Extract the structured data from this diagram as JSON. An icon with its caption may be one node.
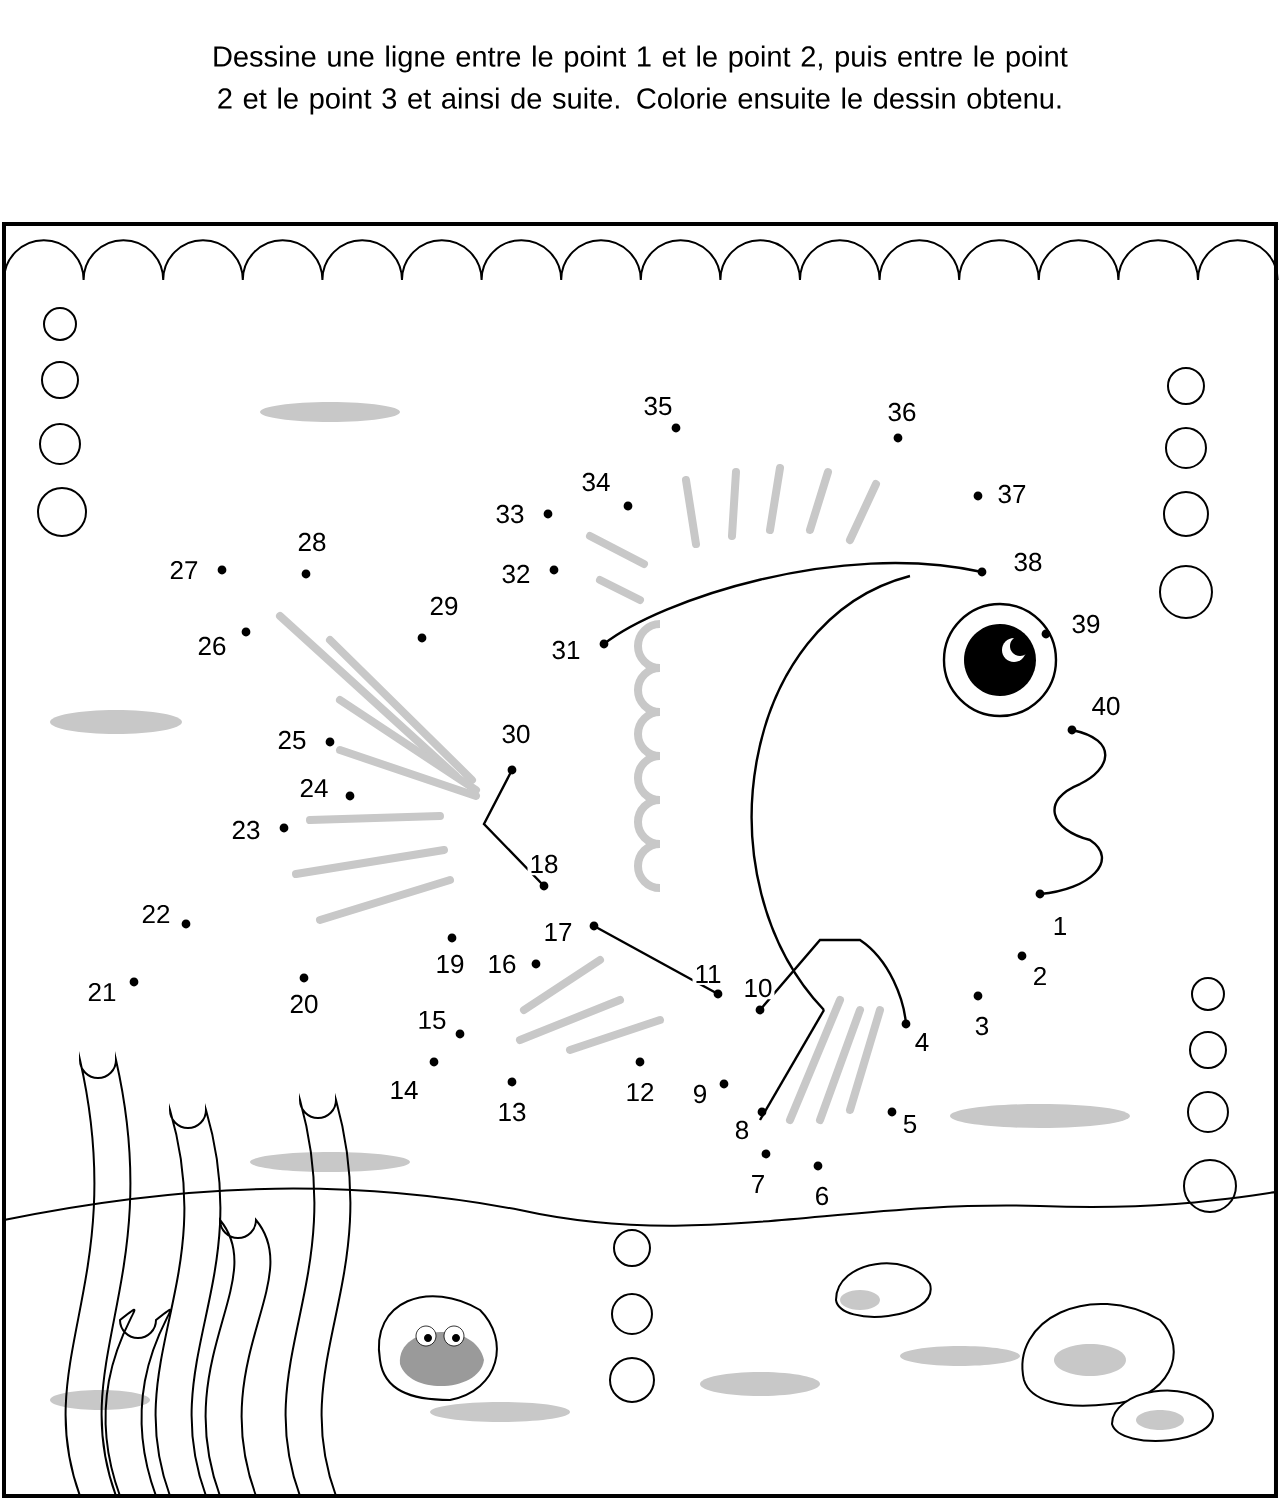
{
  "diagram": {
    "title": "Dessine une ligne entre le point 1 et le point 2,  puis entre le point 2 et le point 3 et ainsi de suite.  Colorie ensuite le dessin obtenu.",
    "labels": [
      "1",
      "2",
      "3",
      "4",
      "5",
      "6",
      "7",
      "8",
      "9",
      "10",
      "11",
      "12",
      "13",
      "14",
      "15",
      "16",
      "17",
      "18",
      "19",
      "20",
      "21",
      "22",
      "23",
      "24",
      "25",
      "26",
      "27",
      "28",
      "29",
      "30",
      "31",
      "32",
      "33",
      "34",
      "35",
      "36",
      "37",
      "38",
      "39",
      "40"
    ]
  }
}
